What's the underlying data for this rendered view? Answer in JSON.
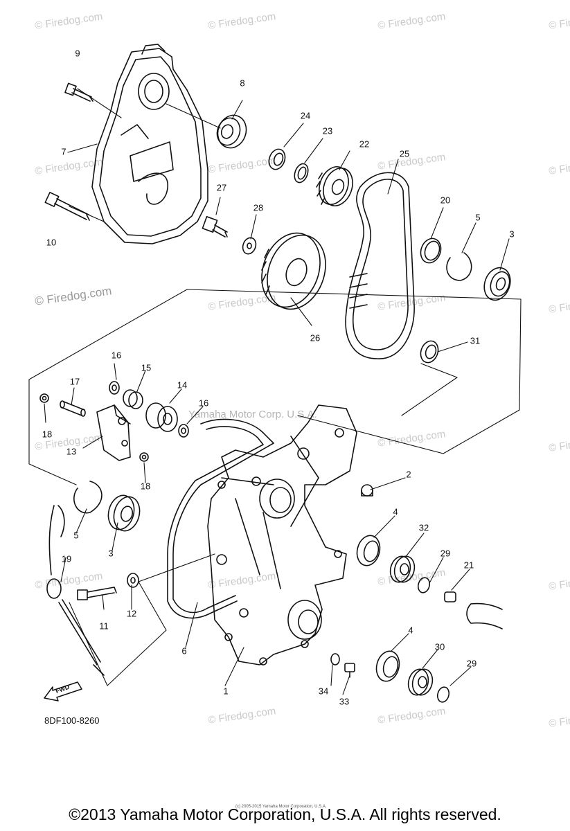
{
  "watermark": {
    "text": "© Firedog.com",
    "center_text": "Yamaha Motor Corp. U.S.A."
  },
  "diagram": {
    "code": "8DF100-8260",
    "fwd_label": "FWD",
    "part_numbers": [
      "1",
      "2",
      "3",
      "3",
      "4",
      "4",
      "5",
      "5",
      "6",
      "7",
      "8",
      "9",
      "10",
      "11",
      "12",
      "13",
      "14",
      "15",
      "16",
      "16",
      "17",
      "18",
      "18",
      "19",
      "20",
      "21",
      "22",
      "23",
      "24",
      "25",
      "26",
      "27",
      "28",
      "29",
      "29",
      "30",
      "31",
      "32",
      "33",
      "34"
    ]
  },
  "footer": {
    "small_text": "(c) 2005-2015 Yamaha Motor Corporation, U.S.A.",
    "copyright": "©2013 Yamaha Motor Corporation, U.S.A. All rights reserved."
  }
}
